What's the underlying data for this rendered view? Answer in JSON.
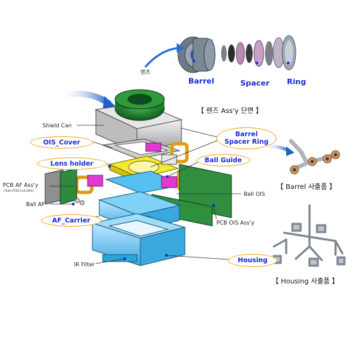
{
  "lens_labels": {
    "lens": "렌즈",
    "barrel": "Barrel",
    "spacer": "Spacer",
    "ring": "Ring",
    "section_title": "【 렌즈 Ass'y 단면 】"
  },
  "parts": {
    "shield_can": "Shield Can",
    "ois_cover": "OIS_Cover",
    "barrel_spacer_ring_1": "Barrel",
    "barrel_spacer_ring_2": "Spacer Ring",
    "lens_holder": "Lens holder",
    "ball_guide": "Ball Guide",
    "pcb_af_1": "PCB AF Ass'y",
    "pcb_af_2": "(Yoke,PCB,Coil,DAC)",
    "ball_af": "Ball AF",
    "ball_ois": "Ball OIS",
    "af_carrier": "AF_Carrier",
    "pcb_ois": "PCB OIS Ass'y",
    "housing": "Housing",
    "ir_filter": "IR Filter"
  },
  "captions": {
    "barrel_injection": "【 Barrel 사출품 】",
    "housing_injection": "【 Housing 사출품 】"
  },
  "colors": {
    "label_blue": "#1a2bd6",
    "pill_border": "#f2a31b",
    "arrow_blue": "#2b6fd4"
  }
}
